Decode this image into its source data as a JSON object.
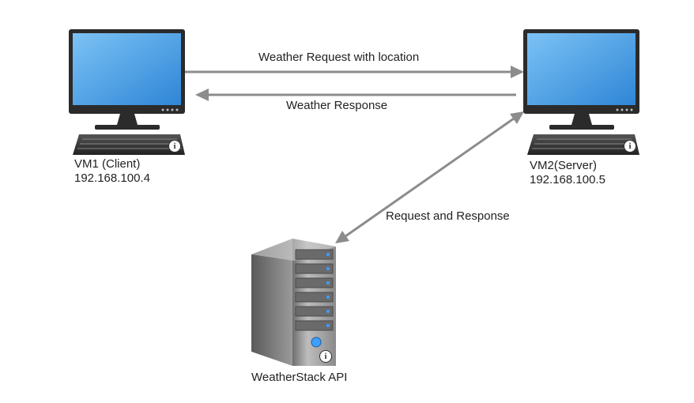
{
  "diagram": {
    "nodes": {
      "client": {
        "name": "VM1 (Client)",
        "ip": "192.168.100.4",
        "icon": "desktop-computer-icon"
      },
      "server": {
        "name": "VM2(Server)",
        "ip": "192.168.100.5",
        "icon": "desktop-computer-icon"
      },
      "api": {
        "name": "WeatherStack API",
        "icon": "server-tower-icon"
      }
    },
    "edges": {
      "request": {
        "label": "Weather Request with location",
        "from": "VM1 (Client)",
        "to": "VM2(Server)"
      },
      "response": {
        "label": "Weather Response",
        "from": "VM2(Server)",
        "to": "VM1 (Client)"
      },
      "api_link": {
        "label": "Request and Response",
        "from": "VM2(Server)",
        "to": "WeatherStack API",
        "bidirectional": true
      }
    },
    "info_icon": "i",
    "colors": {
      "screen": "#4a9fe0",
      "arrow": "#8c8c8c",
      "monitor_frame": "#2b2b2b"
    }
  }
}
